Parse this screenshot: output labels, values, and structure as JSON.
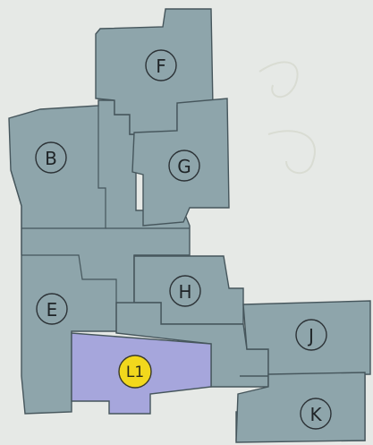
{
  "map": {
    "colors": {
      "background": "#e6e9e6",
      "zone_fill": "#8ea5ab",
      "zone_stroke": "#46565c",
      "current_location_fill": "#a6a6dc",
      "current_marker": "#f2d81c"
    },
    "zones": [
      {
        "id": "F",
        "label": "F"
      },
      {
        "id": "B",
        "label": "B"
      },
      {
        "id": "G",
        "label": "G"
      },
      {
        "id": "E",
        "label": "E"
      },
      {
        "id": "H",
        "label": "H"
      },
      {
        "id": "J",
        "label": "J"
      },
      {
        "id": "K",
        "label": "K"
      },
      {
        "id": "L1",
        "label": "L1",
        "current": true
      }
    ]
  }
}
